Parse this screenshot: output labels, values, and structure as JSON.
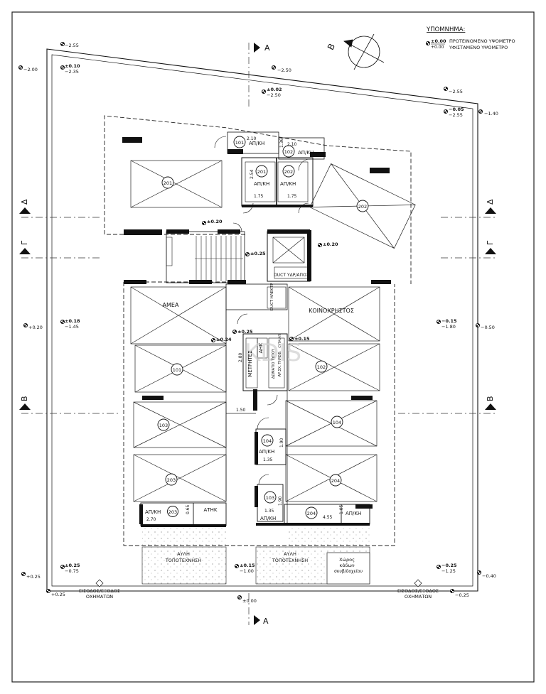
{
  "legend": {
    "title": "ΥΠΟΜΝΗΜΑ:",
    "proposed_value": "±0.00",
    "existing_value": "+0.00",
    "proposed_label": "ΠΡΟΤΕΙΝΟΜΕΝΟ ΥΨΟΜΕΤΡΟ",
    "existing_label": "ΥΦΙΣΤΑΜΕΝΟ ΥΨΟΜΕΤΡΟ"
  },
  "compass": {
    "north": "B"
  },
  "watermark": {
    "text": "KDIS"
  },
  "sections": {
    "a": "A",
    "b": "B",
    "g": "Γ",
    "d": "Δ"
  },
  "levels": {
    "l1": "−2.55",
    "l2": "−2.00",
    "l3a": "±0.10",
    "l3b": "−2.35",
    "l4": "−2.50",
    "l5a": "±0.02",
    "l5b": "−2.50",
    "l6": "−2.55",
    "l7a": "−0.05",
    "l7b": "−2.55",
    "l8": "−1.40",
    "l9": "±0.20",
    "l10": "±0.20",
    "l11": "±0.25",
    "l12a": "±0.18",
    "l12b": "−1.45",
    "l13": "+0.20",
    "l14": "±0.24",
    "l15": "±0.25",
    "l16": "±0.15",
    "l17a": "−0.15",
    "l17b": "−1.80",
    "l18": "−0.50",
    "l19a": "±0.25",
    "l19b": "−0.75",
    "l20": "+0.25",
    "l21": "+0.25",
    "l22a": "±0.15",
    "l22b": "−1.00",
    "l23": "±0.00",
    "l24a": "−0.25",
    "l24b": "−1.25",
    "l25": "−0.40",
    "l26": "−0.25"
  },
  "rooms": {
    "ap101_num": "101",
    "ap101_lbl": "ΑΠ/ΚΗ",
    "ap102_num": "102",
    "ap102_lbl": "ΑΠ/ΚΗ",
    "ap201_num": "201",
    "ap201_lbl": "ΑΠ/ΚΗ",
    "ap202_num": "202",
    "ap202_lbl": "ΑΠ/ΚΗ",
    "p201": "201",
    "p202": "202",
    "amea": "ΑΜΕΑ",
    "common": "ΚΟΙΝΟΧΡΗΣΤΟΣ",
    "p101": "101",
    "p102": "102",
    "p103": "103",
    "p104": "104",
    "p203": "203",
    "p204": "204",
    "ap104_num": "104",
    "ap104_lbl": "ΑΠ/ΚΗ",
    "ap103_num": "103",
    "ap103_lbl": "ΑΠ/ΚΗ",
    "ap203_lbl": "ΑΠ/ΚΗ",
    "ap203_num": "203",
    "athk": "ΑΤΗΚ",
    "ap204_num": "204",
    "ap204_lbl": "ΑΠ/ΚΗ",
    "meters": "ΜΕΤΡΗΤΕΣ",
    "akh": "ΑΗΚ",
    "room_type": "ΔΩΜΑΤΙΟ ΤΥΠΟΥ",
    "cyta": "ΑΡ.ΣΧ. ΤΗΛΕΦ.",
    "cyta2": "CYTA/ΑΠ",
    "duct_hl": "DUCT ΗΛΕΚΤΡ",
    "duct_ydr": "DUCT ΥΔΡ/ΑΠΟΧ",
    "yard1a": "ΑΥΛΗ",
    "yard1b": "ΤΟΠΟΤΕΧΝΗΣΗ",
    "yard2a": "ΑΥΛΗ",
    "yard2b": "ΤΟΠΟΤΕΧΝΗΣΗ",
    "bins_a": "Χώρος",
    "bins_b": "κάδων",
    "bins_c": "σκυβ/δοχείου",
    "exit1a": "ΕΙΣΟΔΟΣ/ΕΞΟΔΟΣ",
    "exit1b": "ΟΧΗΜΑΤΩΝ",
    "exit2a": "ΕΙΣΟΔΟΣ/ΕΞΟΔΟΣ",
    "exit2b": "ΟΧΗΜΑΤΩΝ"
  },
  "dims": {
    "d210a": "2.10",
    "d210b": "2.10",
    "d136": "1.36",
    "d254": "2.54",
    "d175a": "1.75",
    "d175b": "1.75",
    "d280": "2.80",
    "d150": "1.50",
    "d135a": "1.35",
    "d135b": "1.35",
    "d190a": "1.90",
    "d190b": "1.90",
    "d270": "2.70",
    "d065": "0.65",
    "d455": "4.55",
    "d105": "1.05"
  }
}
